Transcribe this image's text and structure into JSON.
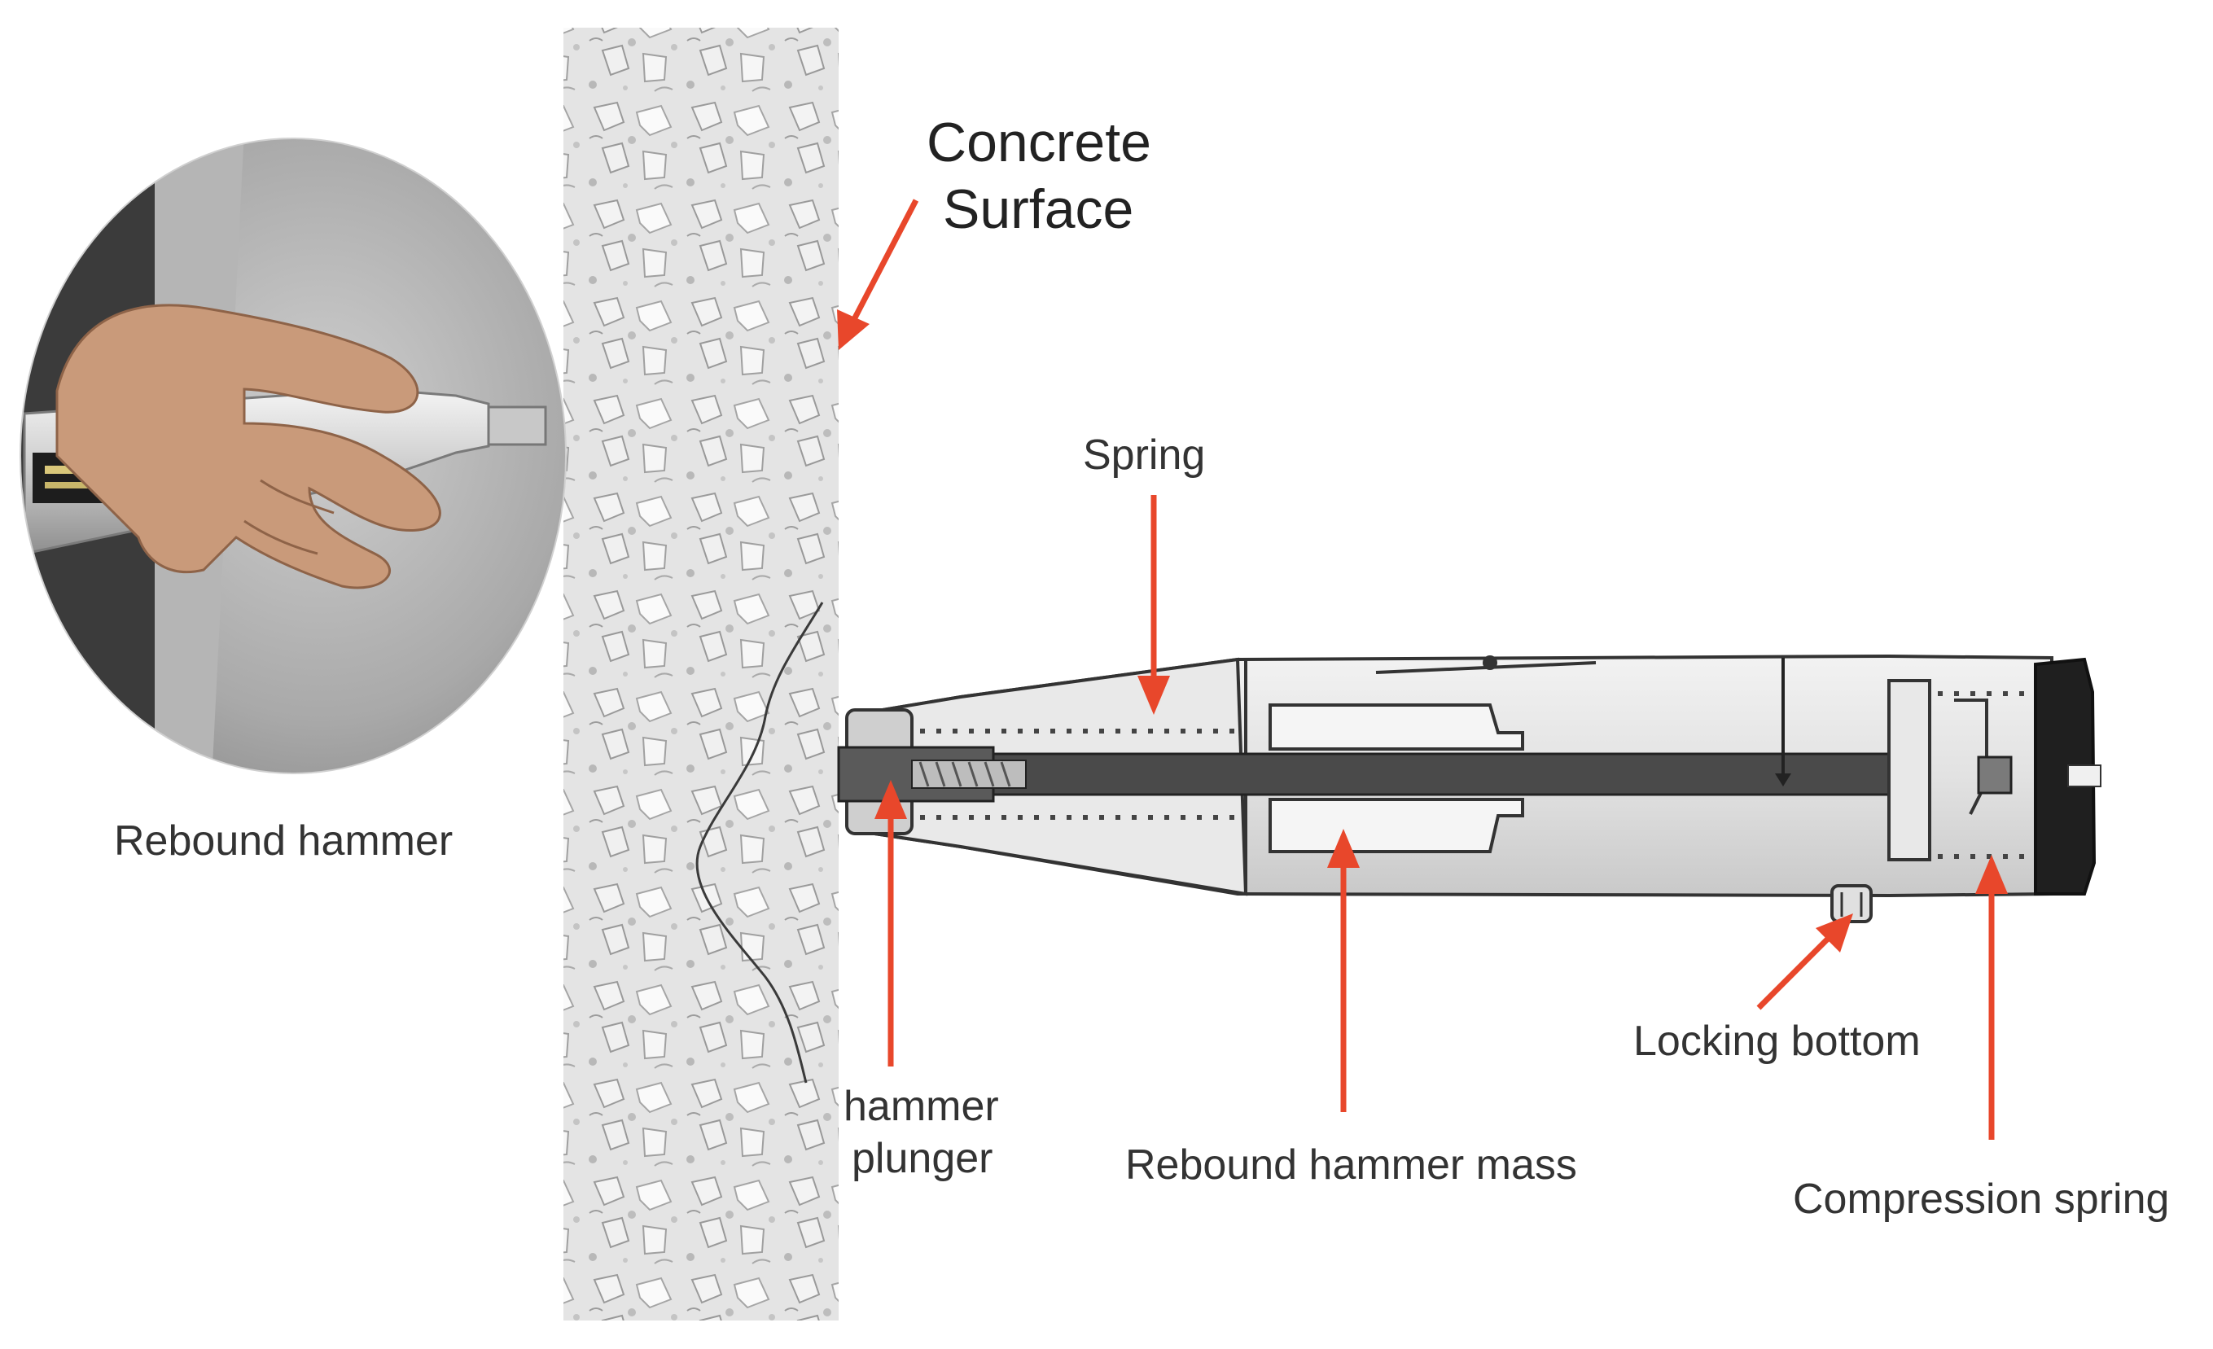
{
  "labels": {
    "concrete_surface_line1": "Concrete",
    "concrete_surface_line2": "Surface",
    "rebound_hammer": "Rebound hammer",
    "spring": "Spring",
    "hammer_plunger_line1": "hammer",
    "hammer_plunger_line2": "plunger",
    "rebound_hammer_mass": "Rebound hammer mass",
    "locking_bottom": "Locking bottom",
    "compression_spring": "Compression spring"
  },
  "colors": {
    "arrow": "#e8472b",
    "concrete": "#d9d9d9",
    "hammer_body": "#e6e6e6",
    "hammer_dark": "#4a4a4a"
  },
  "icons": {
    "photo": "hand-holding-rebound-hammer-photo"
  }
}
